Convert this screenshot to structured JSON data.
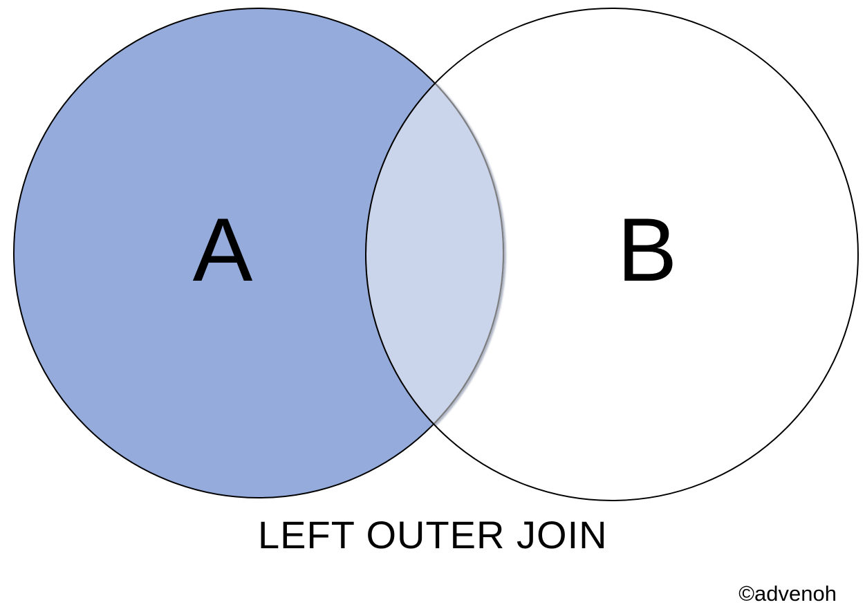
{
  "diagram": {
    "type": "venn",
    "title": "LEFT OUTER JOIN",
    "credit": "©advenoh",
    "set_a": {
      "label": "A"
    },
    "set_b": {
      "label": "B"
    },
    "colors": {
      "background": "#ffffff",
      "set_a_fill": "#94abdb",
      "intersection_fill": "#cad5ec",
      "circle_outline": "#000000",
      "intersection_outline": "#7f7f7f",
      "intersection_shadow": "#7b87a0",
      "none": "none"
    }
  }
}
